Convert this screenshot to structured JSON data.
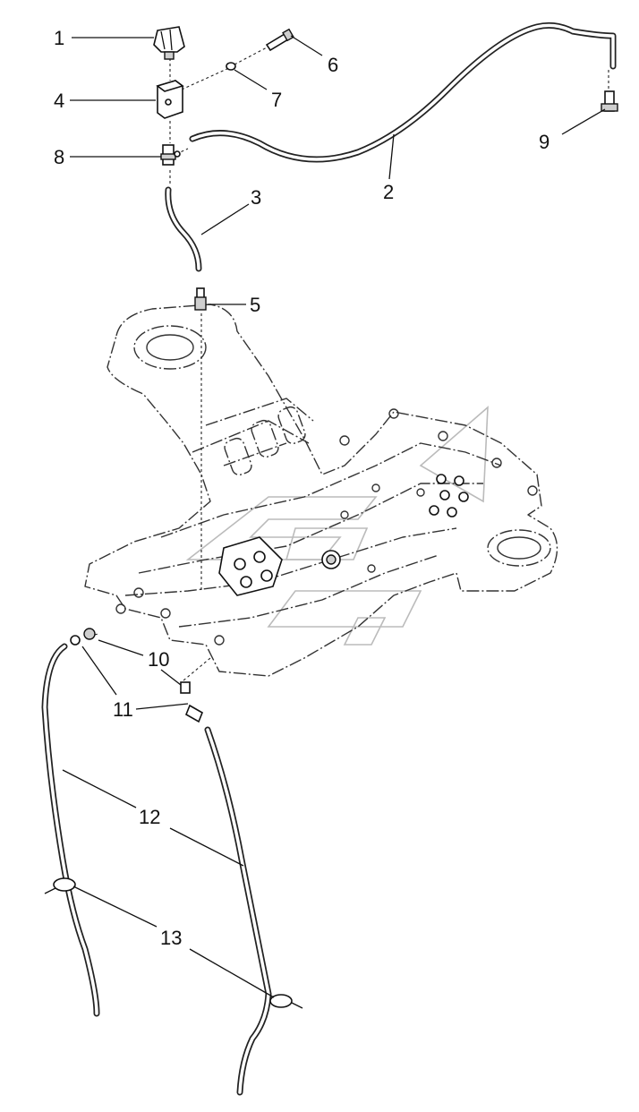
{
  "callouts": {
    "c1": "1",
    "c2": "2",
    "c3": "3",
    "c4": "4",
    "c5": "5",
    "c6": "6",
    "c7": "7",
    "c8": "8",
    "c9": "9",
    "c10": "10",
    "c11a": "11",
    "c12": "12",
    "c13": "13"
  }
}
